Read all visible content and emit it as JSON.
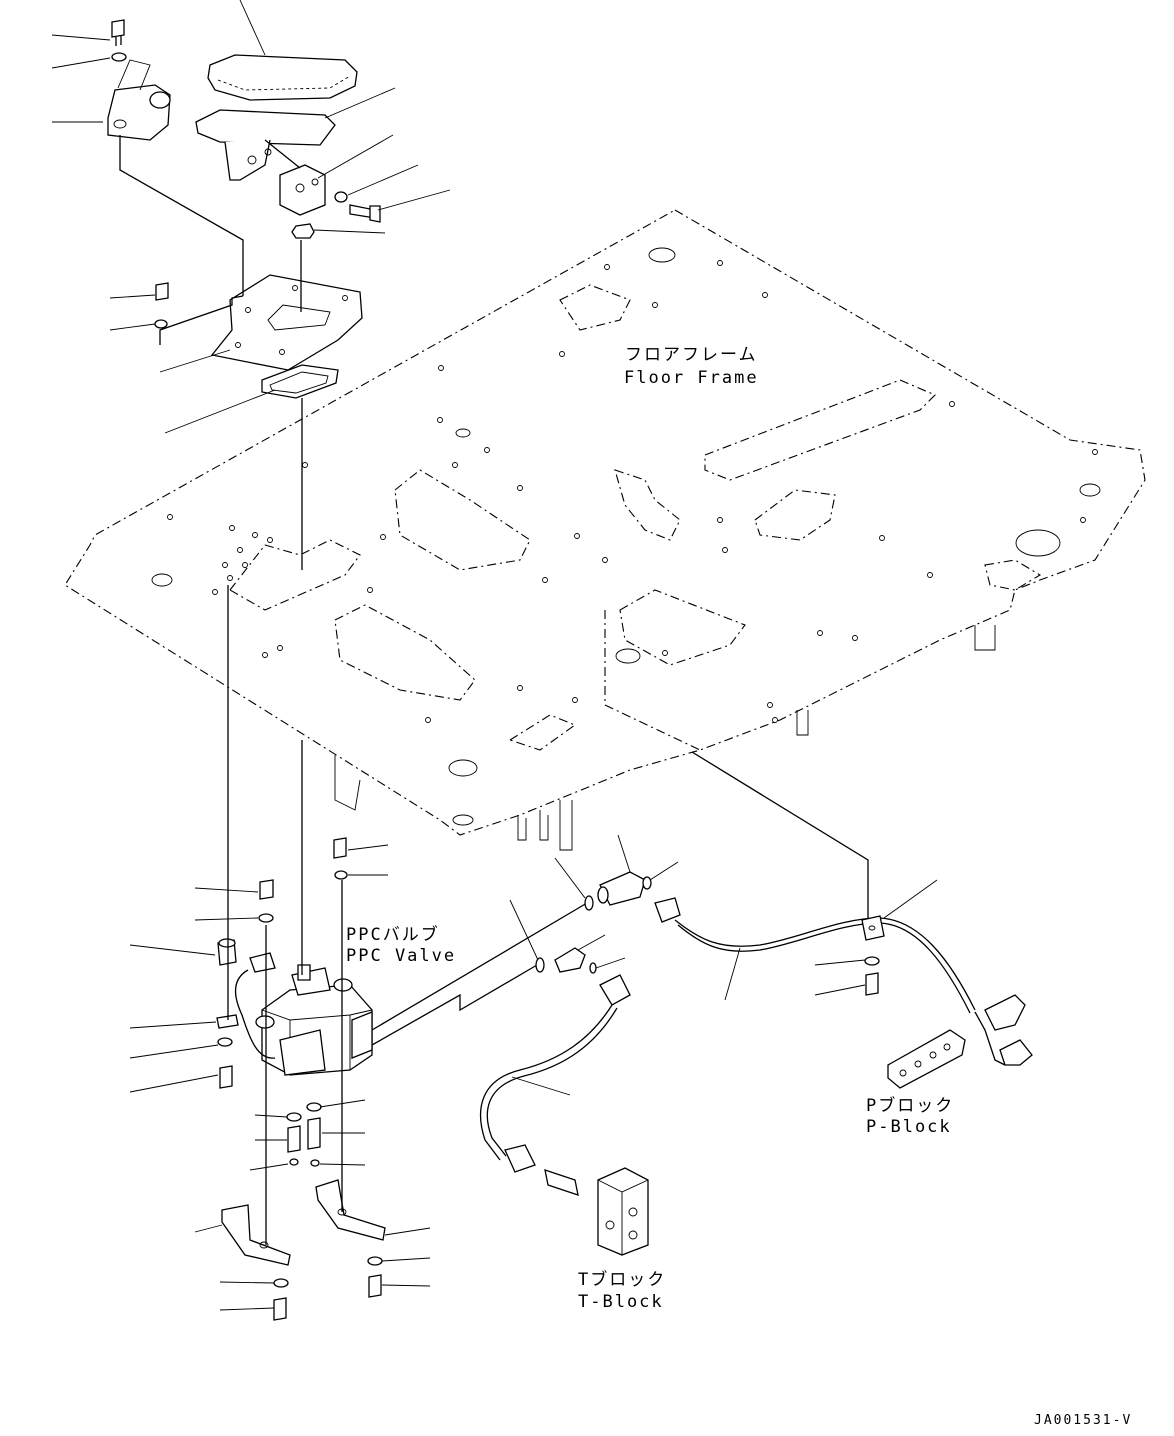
{
  "labels": {
    "floor_frame_jp": "フロアフレーム",
    "floor_frame_en": "Floor Frame",
    "ppc_valve_jp": "PPCバルブ",
    "ppc_valve_en": "PPC Valve",
    "p_block_jp": "Pブロック",
    "p_block_en": "P-Block",
    "t_block_jp": "Tブロック",
    "t_block_en": "T-Block"
  },
  "drawing_code": "JA001531-V",
  "colors": {
    "line": "#000000",
    "background": "#ffffff"
  }
}
